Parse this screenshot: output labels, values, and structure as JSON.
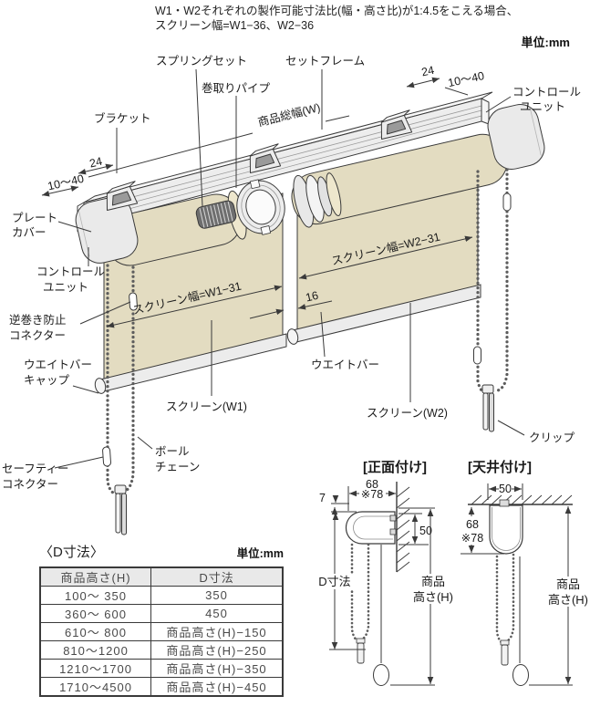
{
  "note": {
    "line1": "W1・W2それぞれの製作可能寸法比(幅・高さ比)が1:4.5をこえる場合、",
    "line2": "スクリーン幅=W1−36、W2−36"
  },
  "units_label": "単位:mm",
  "main_diagram": {
    "labels": {
      "spring_set": "スプリングセット",
      "winding_pipe": "巻取りパイプ",
      "set_frame": "セットフレーム",
      "product_width": "商品総幅(W)",
      "bracket": "ブラケット",
      "control_unit_l1": "コントロール",
      "control_unit_l2": "ユニット",
      "plate_cover_l1": "プレート",
      "plate_cover_l2": "カバー",
      "reverse_connector_l1": "逆巻き防止",
      "reverse_connector_l2": "コネクター",
      "weightbar_cap_l1": "ウエイトバー",
      "weightbar_cap_l2": "キャップ",
      "safety_connector_l1": "セーフティー",
      "safety_connector_l2": "コネクター",
      "ball_chain_l1": "ボール",
      "ball_chain_l2": "チェーン",
      "screen_w1": "スクリーン(W1)",
      "screen_w2": "スクリーン(W2)",
      "weight_bar": "ウエイトバー",
      "clip": "クリップ"
    },
    "dims": {
      "d24_left": "24",
      "d1040_left": "10〜40",
      "d24_right": "24",
      "d1040_right": "10〜40",
      "w1_width": "スクリーン幅=W1−31",
      "w2_width": "スクリーン幅=W2−31",
      "gap16": "16"
    }
  },
  "mount_front": {
    "title": "[正面付け]",
    "d68": "68",
    "d78": "※78",
    "d7": "7",
    "d50": "50",
    "d_dim": "D寸法",
    "height_l1": "商品",
    "height_l2": "高さ(H)"
  },
  "mount_ceiling": {
    "title": "[天井付け]",
    "d50": "50",
    "d68": "68",
    "d78": "※78",
    "height_l1": "商品",
    "height_l2": "高さ(H)"
  },
  "d_table": {
    "heading": "〈D寸法〉",
    "units": "単位:mm",
    "headers": [
      "商品高さ(H)",
      "D寸法"
    ],
    "rows": [
      [
        "100〜 350",
        "350"
      ],
      [
        "360〜 600",
        "450"
      ],
      [
        "610〜 800",
        "商品高さ(H)−150"
      ],
      [
        "810〜1200",
        "商品高さ(H)−250"
      ],
      [
        "1210〜1700",
        "商品高さ(H)−350"
      ],
      [
        "1710〜4500",
        "商品高さ(H)−450"
      ]
    ]
  },
  "colors": {
    "screen_beige": "#e3dcc1",
    "metal_gray": "#ececec",
    "line": "#3a3a3a"
  }
}
